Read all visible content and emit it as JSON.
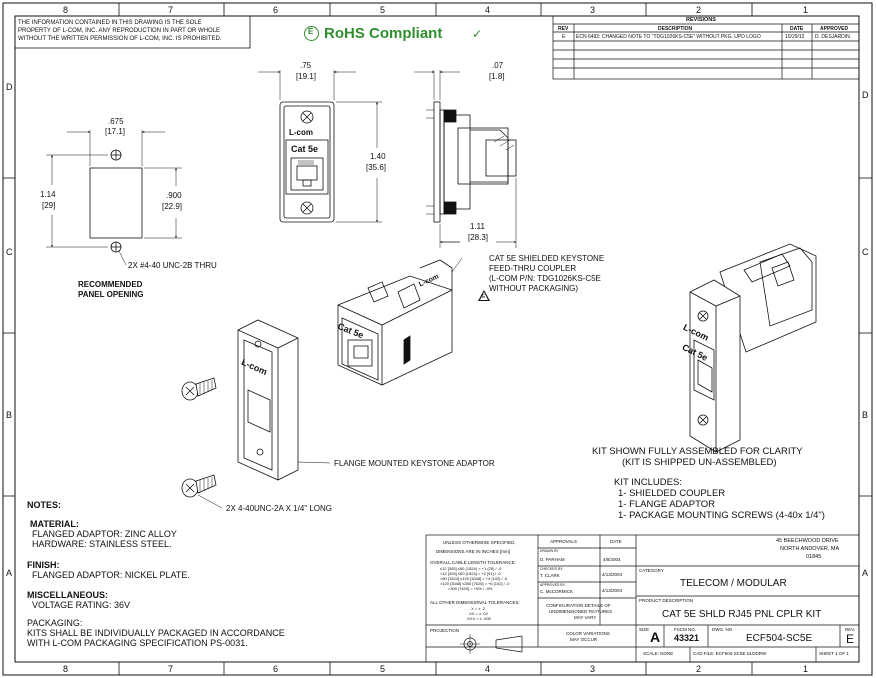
{
  "border": {
    "cols_top": [
      "8",
      "7",
      "6",
      "5",
      "4",
      "3",
      "2",
      "1"
    ],
    "cols_bottom": [
      "8",
      "7",
      "6",
      "5",
      "4",
      "3",
      "2",
      "1"
    ],
    "rows_left": [
      "D",
      "C",
      "B",
      "A"
    ],
    "rows_right": [
      "D",
      "C",
      "B",
      "A"
    ]
  },
  "proprietary": {
    "line1": "THE INFORMATION CONTAINED IN THIS DRAWING IS THE SOLE",
    "line2": "PROPERTY OF L-COM, INC.  ANY REPRODUCTION IN PART OR WHOLE",
    "line3": "WITHOUT THE WRITTEN PERMISSION OF L-COM, INC. IS PROHIBITED."
  },
  "rohs": {
    "mark": "E",
    "text": "RoHS Compliant",
    "check": "✓"
  },
  "revisions": {
    "title": "REVISIONS",
    "headers": [
      "REV",
      "DESCRIPTION",
      "DATE",
      "APPROVED"
    ],
    "rows": [
      [
        "E",
        "ECN 6492: CHANGED NOTE TO \"TDG1026KS-C5E\" WITHOUT PKG. UPD LOGO",
        "10/29/12",
        "D. DESJARDIN"
      ]
    ]
  },
  "panel_opening": {
    "width_in": ".675",
    "width_mm": "[17.1]",
    "height_in": "1.14",
    "height_mm": "[29]",
    "inner_in": ".900",
    "inner_mm": "[22.9]",
    "thru_note": "2X #4-40 UNC-2B THRU",
    "caption1": "RECOMMENDED",
    "caption2": "PANEL OPENING"
  },
  "front_view": {
    "width_in": ".75",
    "width_mm": "[19.1]",
    "height_in": "1.40",
    "height_mm": "[35.6]",
    "logo": "L-com",
    "jack_label": "Cat 5e"
  },
  "side_view": {
    "thick_in": ".07",
    "thick_mm": "[1.8]",
    "depth_in": "1.11",
    "depth_mm": "[28.3]"
  },
  "callouts": {
    "coupler1": "CAT 5E SHIELDED KEYSTONE",
    "coupler2": "FEED-THRU COUPLER",
    "coupler3": "(L-COM P/N: TDG1026KS-C5E",
    "coupler4": "WITHOUT PACKAGING)",
    "rev_mark": "E",
    "flange": "FLANGE MOUNTED KEYSTONE ADAPTOR",
    "screws": "2X 4-40UNC-2A X 1/4\" LONG",
    "assembled1": "KIT SHOWN FULLY ASSEMBLED FOR CLARITY",
    "assembled2": "(KIT IS SHIPPED UN-ASSEMBLED)",
    "kit_title": "KIT INCLUDES:",
    "kit_items": [
      "1- SHIELDED COUPLER",
      "1- FLANGE ADAPTOR",
      "1- PACKAGE MOUNTING SCREWS (4-40x 1/4\")"
    ],
    "iso_logo": "L-com",
    "iso_cat": "Cat 5e"
  },
  "notes": {
    "title": "NOTES:",
    "material_h": "MATERIAL:",
    "material_1": "FLANGED ADAPTOR: ZINC ALLOY",
    "material_2": "HARDWARE: STAINLESS STEEL.",
    "finish_h": "FINISH:",
    "finish_1": "FLANGED ADAPTOR: NICKEL PLATE.",
    "misc_h": "MISCELLANEOUS:",
    "misc_1": "VOLTAGE RATING: 36V",
    "pack_h": "PACKAGING:",
    "pack_1": "KITS SHALL BE INDIVIDUALLY PACKAGED IN ACCORDANCE",
    "pack_2": "WITH L-COM PACKAGING SPECIFICATION PS-0031."
  },
  "title_block": {
    "unless": "UNLESS OTHERWISE SPECIFIED,",
    "dims": "DIMENSIONS ARE IN INCHES [mm]",
    "cable_tol": "OVERALL CABLE LENGTH TOLERANCE:",
    "tol_lines": [
      "≤12 [305] ≤60 (1524) = +1 (25) / -0",
      ">12 [305] ≤60 [1524] = +2 [51] / -0",
      ">60 [1524] ≤120 [3048] = +4 [102] / -0",
      ">120 [3048] ≤300 [7620] = +6 [152] / -0",
      ">300 [7620] = +5% / -0%"
    ],
    "dim_tol": "ALL OTHER DIMENSIONAL TOLERANCES:",
    "dim_lines": [
      ".X = ± .2",
      ".XX = ± .02",
      ".XXX = ± .005"
    ],
    "projection": "PROJECTION",
    "approvals": "APPROVALS",
    "date": "DATE",
    "drawn_by_label": "DRAWN BY",
    "drawn_by": "D. PARHAM",
    "drawn_date": "4/8/2004",
    "checked_label": "CHECKED BY",
    "checked_by": "T. CLARK",
    "checked_date": "4/13/2004",
    "approved_label": "APPROVED BY",
    "approved_by": "C. McCORMICK",
    "approved_date": "4/13/2004",
    "config_note1": "CONFIGURATION DETAILS OF",
    "config_note2": "UNDIMENSIONED FEATURES",
    "config_note3": "MAY VARY",
    "color_note1": "COLOR VARIATIONS",
    "color_note2": "MAY OCCUR",
    "address1": "45 BEECHWOOD DRIVE",
    "address2": "NORTH ANDOVER, MA",
    "address3": "01845",
    "category_label": "CATEGORY",
    "category": "TELECOM / MODULAR",
    "product_label": "PRODUCT DESCRIPTION",
    "product": "CAT 5E SHLD RJ45 PNL CPLR KIT",
    "size_label": "SIZE",
    "size": "A",
    "fscm_label": "FSCM NO.",
    "fscm": "43321",
    "dwg_label": "DWG. NO.",
    "dwg": "ECF504-SC5E",
    "rev_label": "REV.",
    "rev": "E",
    "scale": "SCALE:  NONE",
    "cad_file": "CAD FILE:  ECF504-SC5E.SLDDRW",
    "sheet": "SHEET  1  OF  1"
  }
}
